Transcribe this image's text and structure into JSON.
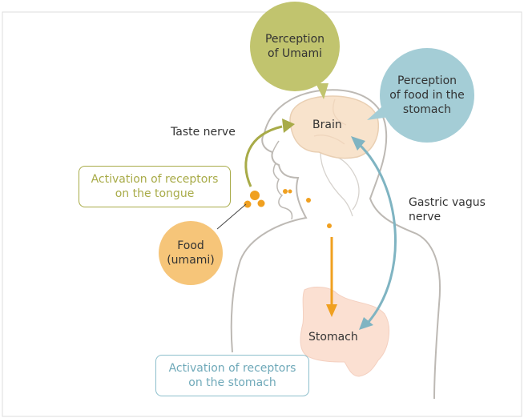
{
  "colors": {
    "umami_circle": "#c1c46e",
    "stomach_circle": "#a4cdd6",
    "food_circle": "#f6c579",
    "taste_arrow": "#a8ab48",
    "vagus_arrow": "#7fb4c2",
    "food_arrow": "#f0a020",
    "body_outline": "#bdb9b4",
    "brain_fill": "#f8e3cc",
    "stomach_fill": "#fbe0d2"
  },
  "circles": {
    "umami": [
      "Perception",
      "of Umami"
    ],
    "stomach_perception": [
      "Perception",
      "of food in the",
      "stomach"
    ],
    "food": [
      "Food",
      "(umami)"
    ]
  },
  "labels": {
    "brain": "Brain",
    "taste_nerve": "Taste nerve",
    "gastric_vagus": [
      "Gastric vagus",
      "nerve"
    ],
    "stomach": "Stomach"
  },
  "boxes": {
    "tongue": [
      "Activation of receptors",
      "on the tongue"
    ],
    "stomach": [
      "Activation of receptors",
      "on the stomach"
    ]
  }
}
